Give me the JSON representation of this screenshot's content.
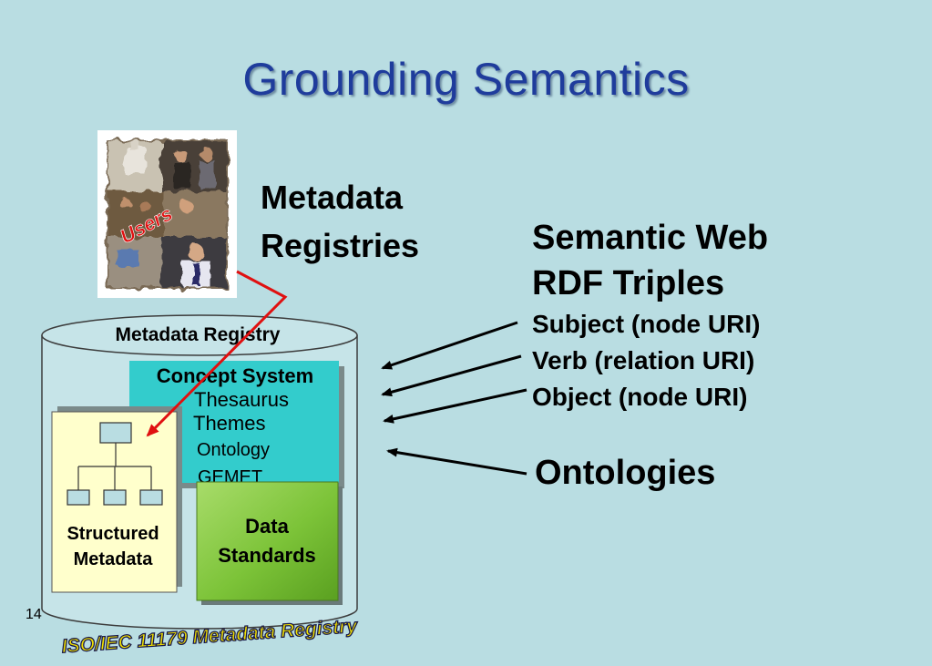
{
  "slide": {
    "title": "Grounding Semantics",
    "page_number": "14",
    "footer": "ISO/IEC 11179 Metadata Registry"
  },
  "users_image": {
    "label": "Users"
  },
  "metadata_registries": {
    "line1": "Metadata",
    "line2": "Registries"
  },
  "semantic_web": {
    "line1": "Semantic Web",
    "line2": "RDF Triples",
    "subject": "Subject (node URI)",
    "verb": "Verb (relation URI)",
    "object": "Object (node URI)"
  },
  "ontologies": "Ontologies",
  "cylinder": {
    "label": "Metadata Registry"
  },
  "concept_system": {
    "title": "Concept System",
    "items": [
      "Thesaurus",
      "Themes",
      "Ontology",
      "GEMET"
    ]
  },
  "structured_metadata": {
    "line1": "Structured",
    "line2": "Metadata"
  },
  "data_standards": {
    "line1": "Data",
    "line2": "Standards"
  },
  "colors": {
    "background": "#b9dde2",
    "title": "#1f3c9c",
    "concept_box": "#33cccc",
    "data_standards": "#7ec436",
    "structured_box": "#ffffcc",
    "users_label": "#e01010"
  }
}
